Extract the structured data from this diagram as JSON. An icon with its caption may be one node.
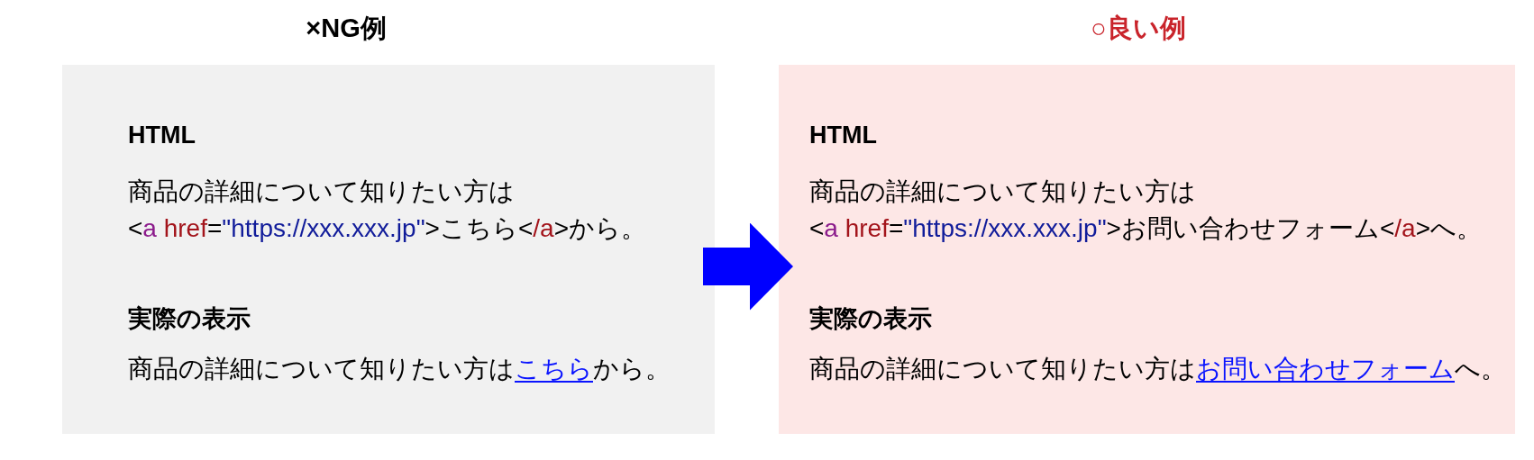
{
  "diagram": {
    "nodes": [
      {
        "text": [
          "×NG例",
          "HTML",
          "商品の詳細について知りたい方は<a href=\"https://xxx.xxx.jp\">こちら</a>から。",
          "実際の表示",
          "商品の詳細について知りたい方はこちらから。"
        ]
      },
      {
        "text": [
          "○良い例",
          "HTML",
          "商品の詳細について知りたい方は<a href=\"https://xxx.xxx.jp\">お問い合わせフォーム</a>へ。",
          "実際の表示",
          "商品の詳細について知りたい方はお問い合わせフォームへ。"
        ]
      }
    ],
    "edges": [
      {
        "from": 0,
        "to": 1,
        "arrow": "to",
        "color": "#0000ff"
      }
    ]
  }
}
